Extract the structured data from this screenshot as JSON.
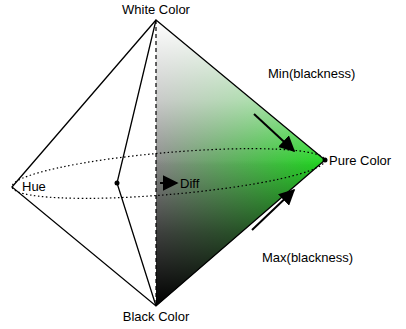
{
  "diagram": {
    "labels": [
      "White Color",
      "Min(blackness)",
      "Hue",
      "Diff",
      "Pure Color",
      "Max(blackness)",
      "Black Color"
    ]
  }
}
